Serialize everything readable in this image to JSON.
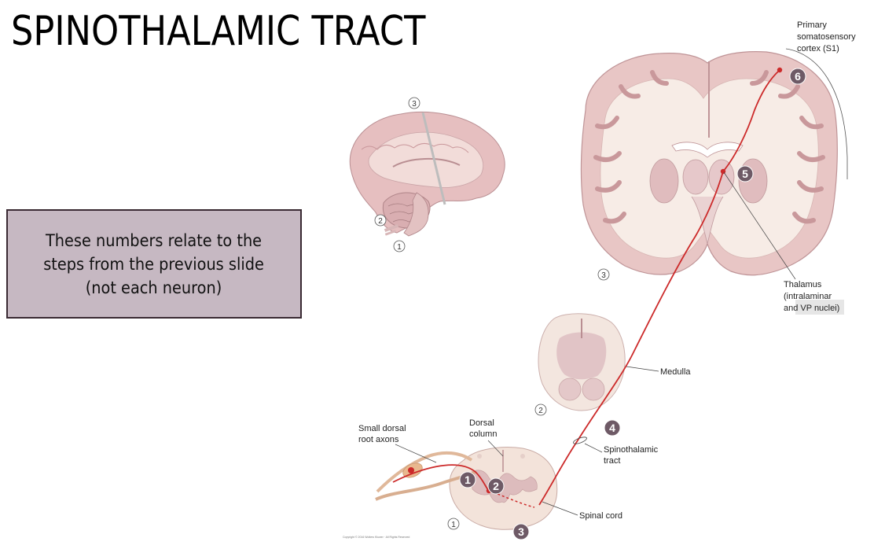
{
  "title": "SPINOTHALAMIC TRACT",
  "callout": "These numbers relate to the\nsteps from the previous slide\n(not each neuron)",
  "labels": {
    "s1_line1": "Primary",
    "s1_line2": "somatosensory",
    "s1_line3": "cortex (S1)",
    "thal_line1": "Thalamus",
    "thal_line2": "(intralaminar",
    "thal_line3": "and VP nuclei)",
    "medulla": "Medulla",
    "drg_line1": "Small dorsal",
    "drg_line2": "root axons",
    "dc_line1": "Dorsal",
    "dc_line2": "column",
    "stt_line1": "Spinothalamic",
    "stt_line2": "tract",
    "spinal_cord": "Spinal cord",
    "copyright": "Copyright © 2016 Wolters Kluwer · All Rights Reserved"
  },
  "plane_numbers": {
    "sag_3": "3",
    "sag_2": "2",
    "sag_1": "1",
    "coronal_3": "3",
    "medulla_2": "2",
    "cord_1": "1"
  },
  "steps": [
    "1",
    "2",
    "3",
    "4",
    "5",
    "6"
  ],
  "colors": {
    "pathway": "#cc2a2a",
    "step_badge": "#6e5a66",
    "callout_bg": "#c6b8c2",
    "brain_tissue": "#e9c9c8",
    "white_matter": "#f6ebe5"
  }
}
